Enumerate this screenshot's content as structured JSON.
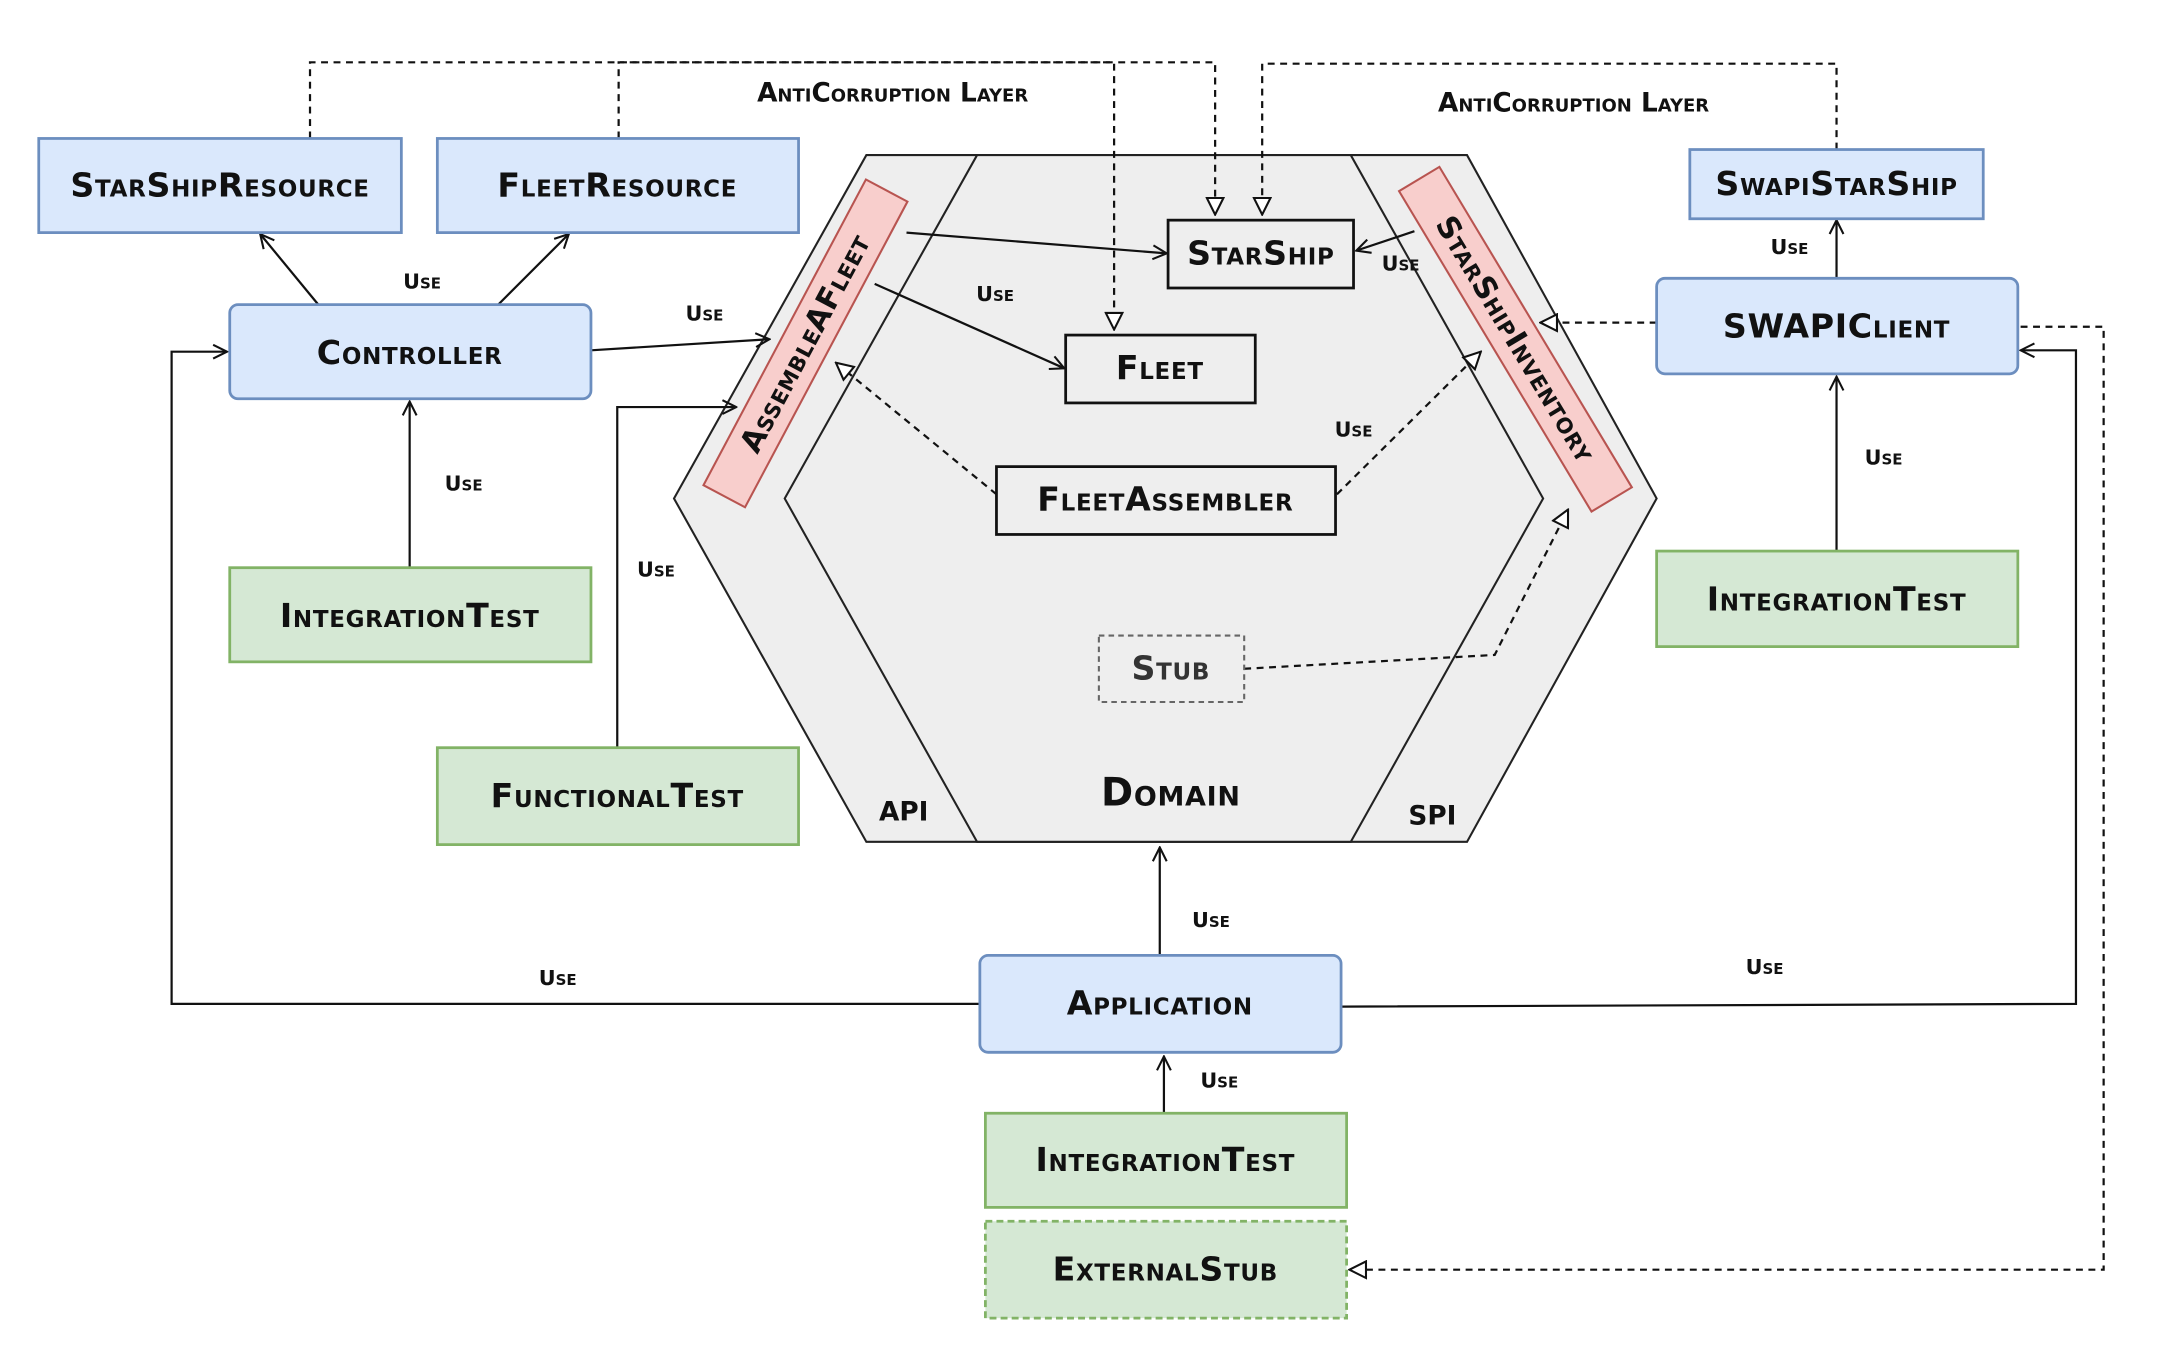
{
  "diagram": {
    "layers": {
      "anticorruption_left": "AntiCorruption Layer",
      "anticorruption_right": "AntiCorruption Layer",
      "domain": "Domain",
      "api": "API",
      "spi": "SPI"
    },
    "boxes": {
      "starship_resource": "StarShipResource",
      "fleet_resource": "FleetResource",
      "controller": "Controller",
      "integration_test_left": "IntegrationTest",
      "functional_test": "FunctionalTest",
      "assemble_a_fleet": "AssembleAFleet",
      "starship": "StarShip",
      "fleet": "Fleet",
      "fleet_assembler": "FleetAssembler",
      "stub": "Stub",
      "starship_inventory": "StarShipInventory",
      "swapi_starship": "SwapiStarShip",
      "swapi_client": "SWAPIClient",
      "integration_test_right": "IntegrationTest",
      "application": "Application",
      "integration_test_bottom": "IntegrationTest",
      "external_stub": "ExternalStub"
    },
    "edge_label": "Use",
    "colors": {
      "adapter_fill": "#dae8fc",
      "test_fill": "#d5e8d4",
      "port_fill": "#f8cecc",
      "hexagon_fill": "#eeeeee"
    }
  }
}
